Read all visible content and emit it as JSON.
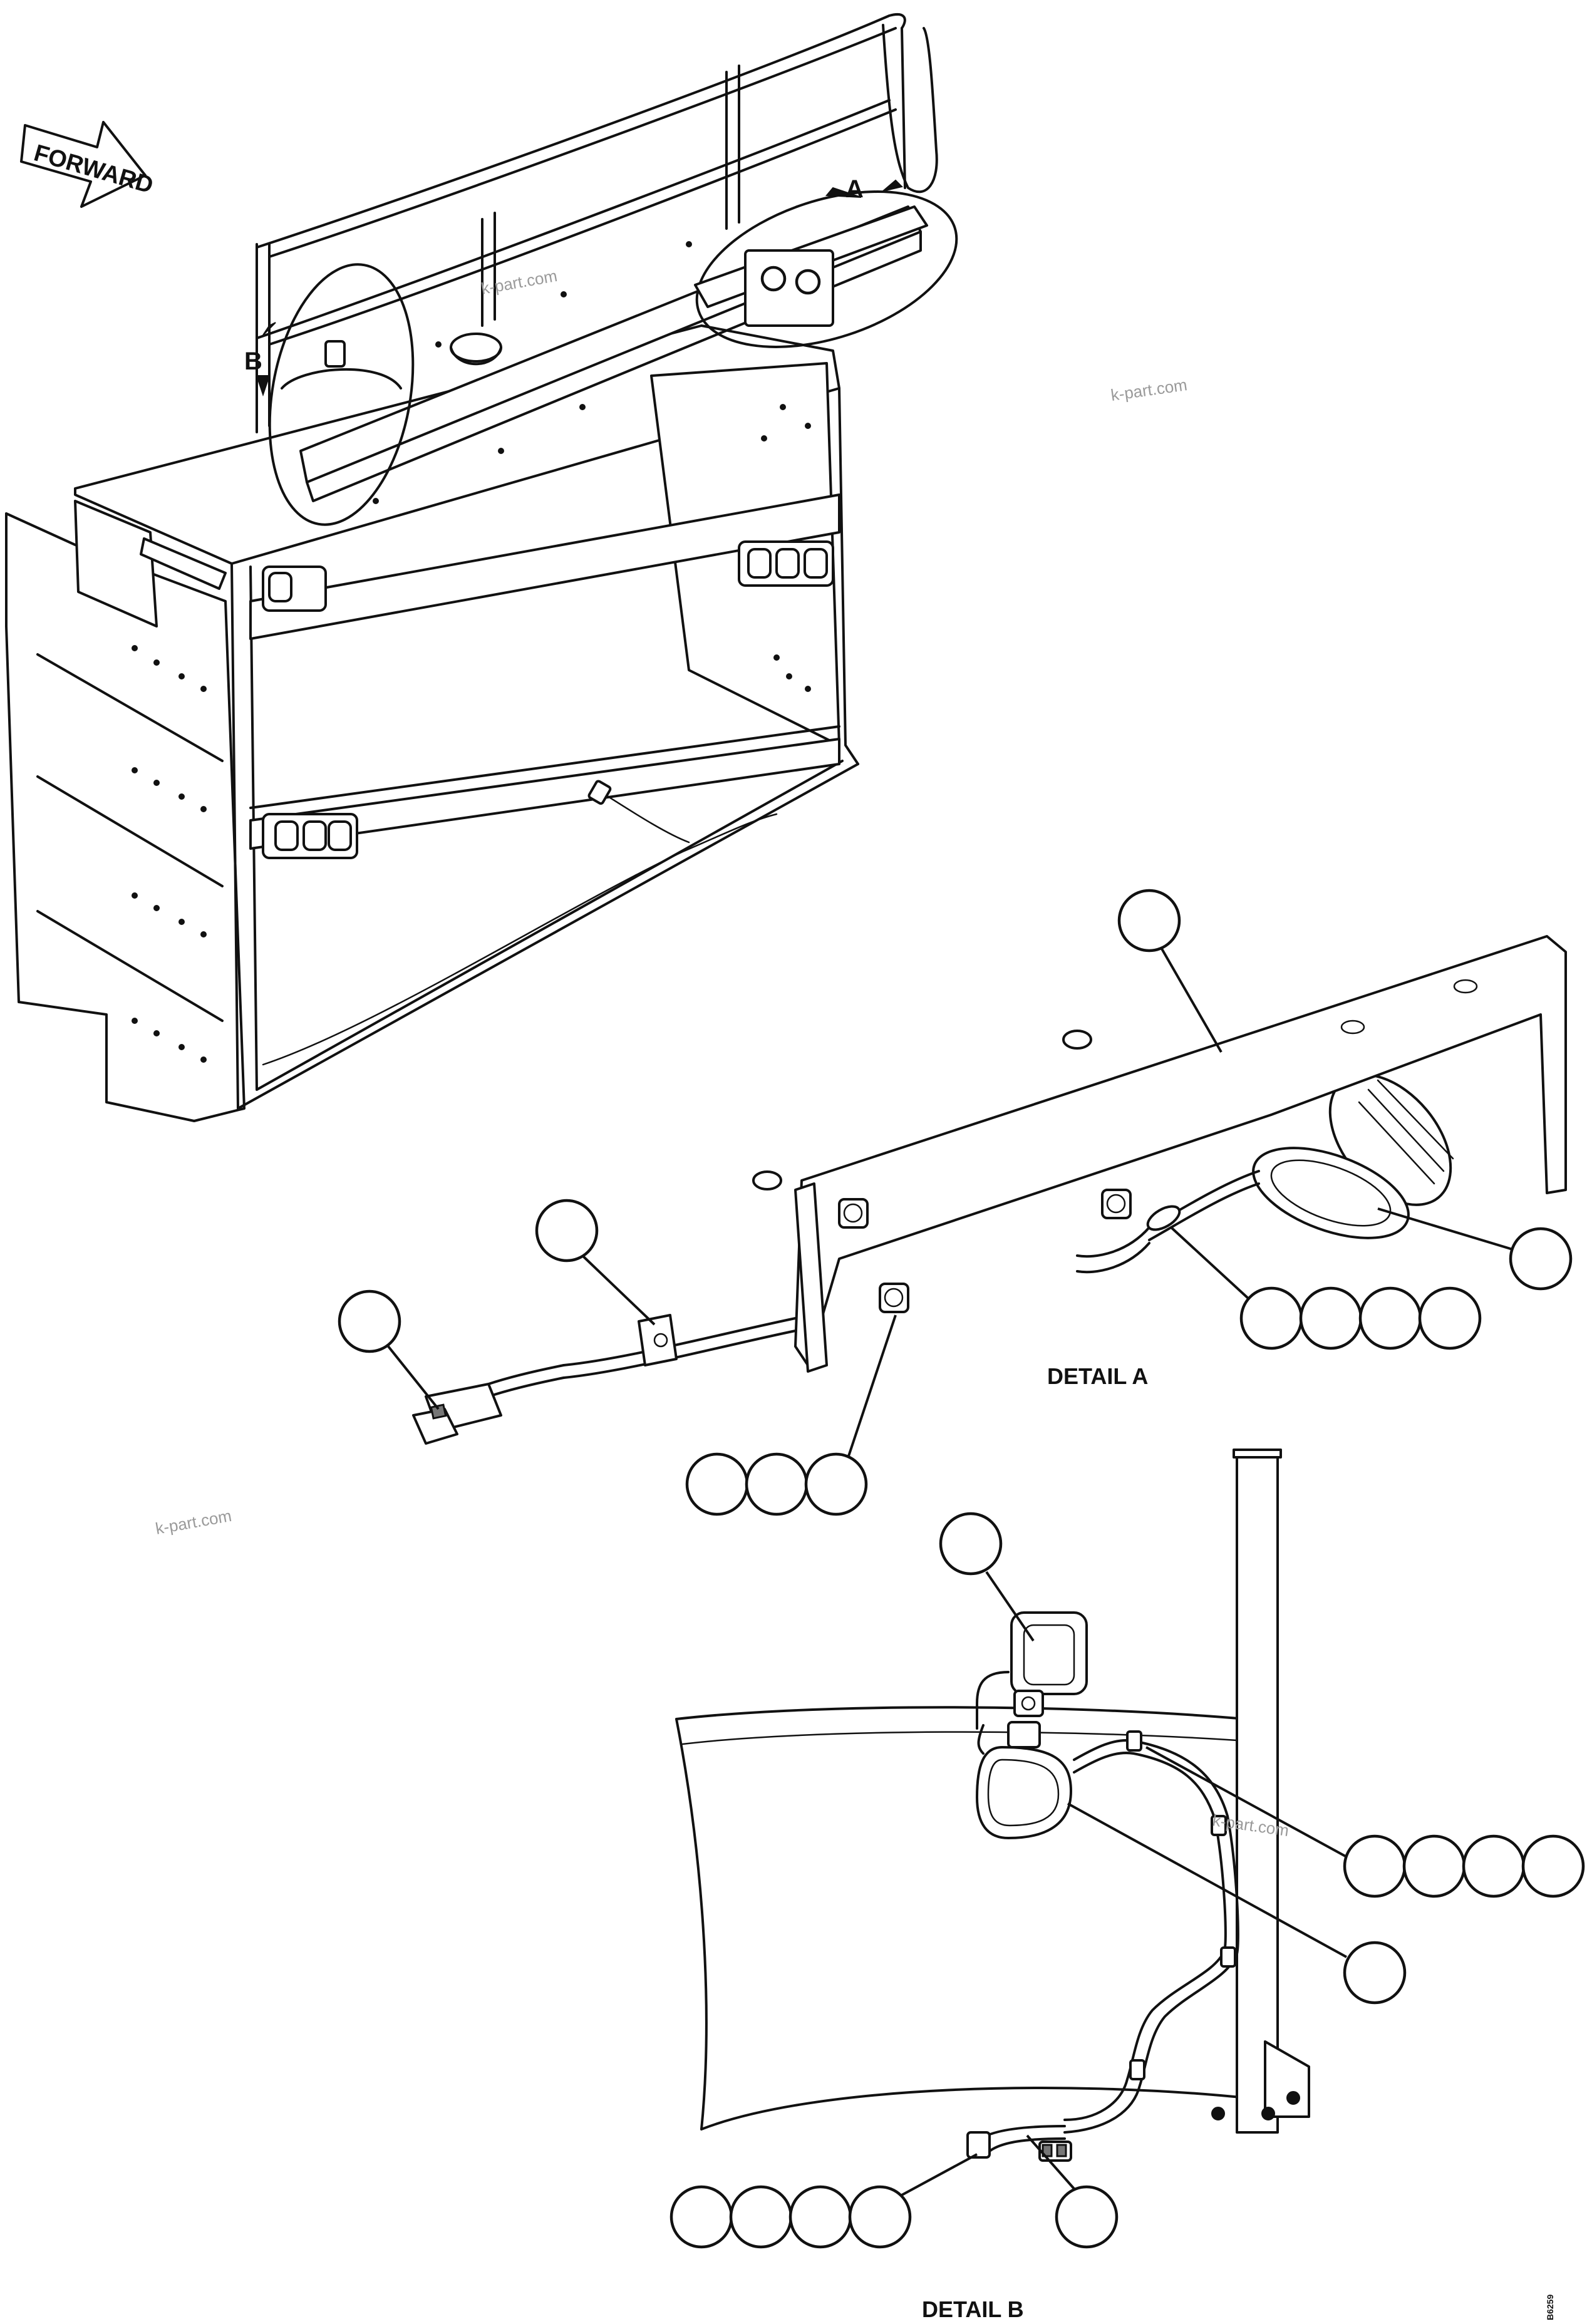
{
  "diagram": {
    "forward_label": "FORWARD",
    "view_callout_a": "A",
    "view_callout_b": "B",
    "detail_a_title": "DETAIL A",
    "detail_b_title": "DETAIL B",
    "watermark": "k-part.com",
    "corner_code": "B6259"
  }
}
